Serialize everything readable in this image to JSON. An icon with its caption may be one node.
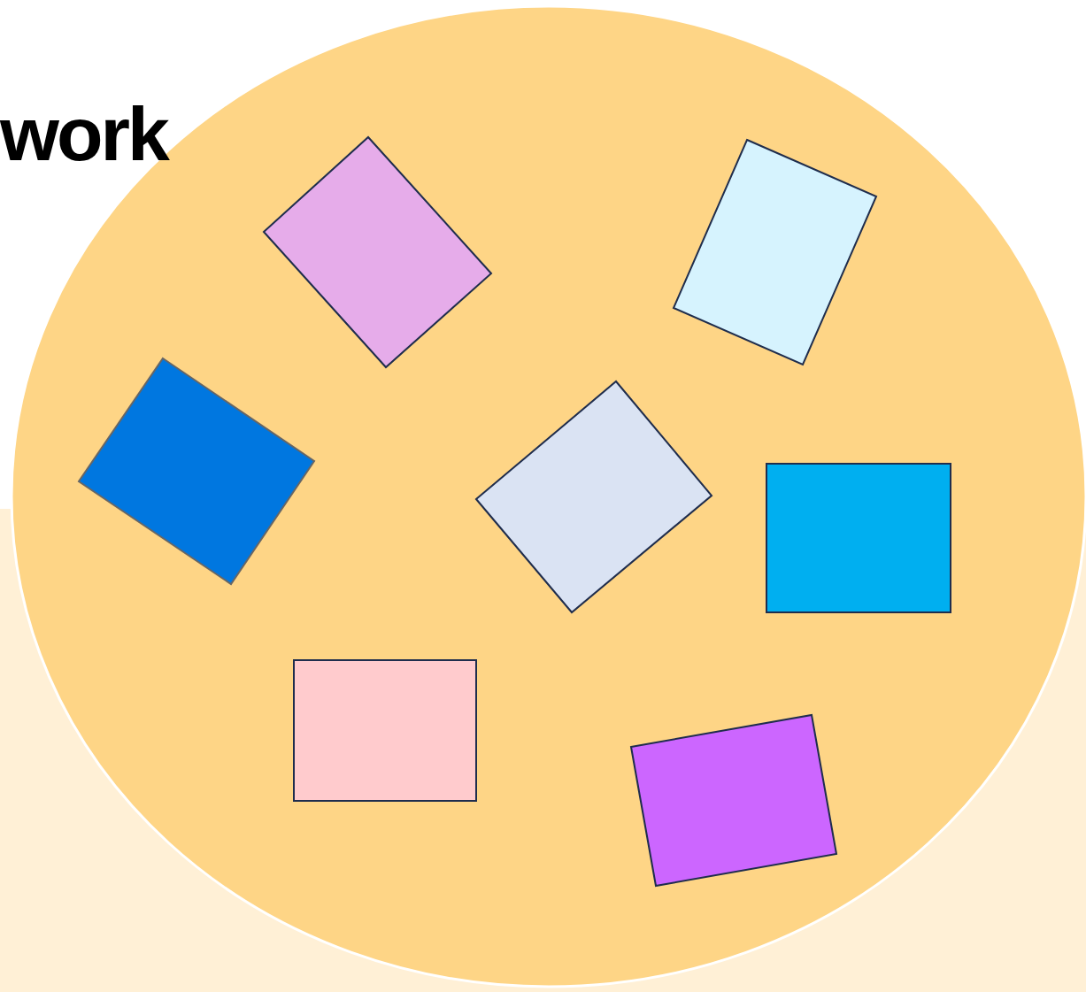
{
  "diagram": {
    "title": "work",
    "nodes": [
      {
        "text": [],
        "shape": "ellipse"
      },
      {
        "text": [],
        "shape": "box",
        "in": 0
      },
      {
        "text": [],
        "shape": "box",
        "in": 0
      },
      {
        "text": [],
        "shape": "box",
        "in": 0
      },
      {
        "text": [],
        "shape": "box",
        "in": 0
      },
      {
        "text": [],
        "shape": "box",
        "in": 0
      },
      {
        "text": [],
        "shape": "box",
        "in": 0
      },
      {
        "text": [],
        "shape": "box",
        "in": 0
      }
    ],
    "edges": []
  }
}
